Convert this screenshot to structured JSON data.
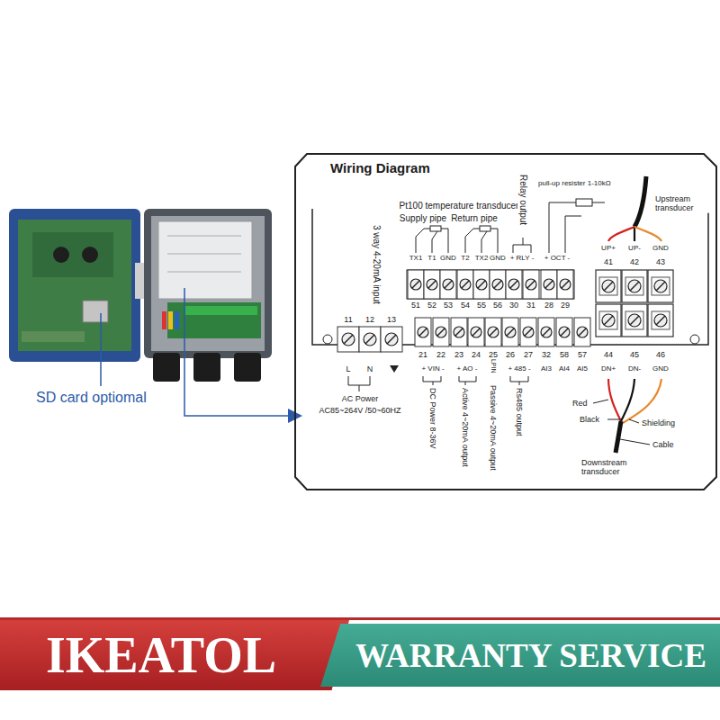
{
  "diagram": {
    "nodes": [
      {
        "text": [
          "Wiring Diagram"
        ]
      },
      {
        "text": [
          "IKEATOL"
        ]
      },
      {
        "text": [
          "WARRANTY SERVICE"
        ]
      }
    ],
    "labels": [
      "Pt100 temperature transducer",
      "Supply pipe",
      "Return pipe",
      "3 way 4-20mA input",
      "Relay output",
      "pull-up resister 1-10kΩ",
      "Upstream transducer",
      "TX1",
      "T1",
      "GND",
      "T2",
      "TX2",
      "GND",
      "+ RLY -",
      "+ OCT -",
      "UP+",
      "UP-",
      "GND",
      "51",
      "52",
      "53",
      "54",
      "55",
      "56",
      "30",
      "31",
      "28",
      "29",
      "41",
      "42",
      "43",
      "11",
      "12",
      "13",
      "21",
      "22",
      "23",
      "24",
      "25",
      "26",
      "27",
      "32",
      "58",
      "57",
      "44",
      "45",
      "46",
      "L",
      "N",
      "+ VIN -",
      "+ AO -",
      "LPIN",
      "+ 485 -",
      "AI3",
      "AI4",
      "AI5",
      "DN+",
      "DN-",
      "GND",
      "AC Power",
      "AC85~264V /50~60HZ",
      "DC Power 8-36V",
      "Active 4~20mA output",
      "Passive 4~20mA output",
      "Rs485 output",
      "Red",
      "Black",
      "Shielding",
      "Cable",
      "Downstream transducer",
      "SD card optiomal"
    ]
  }
}
